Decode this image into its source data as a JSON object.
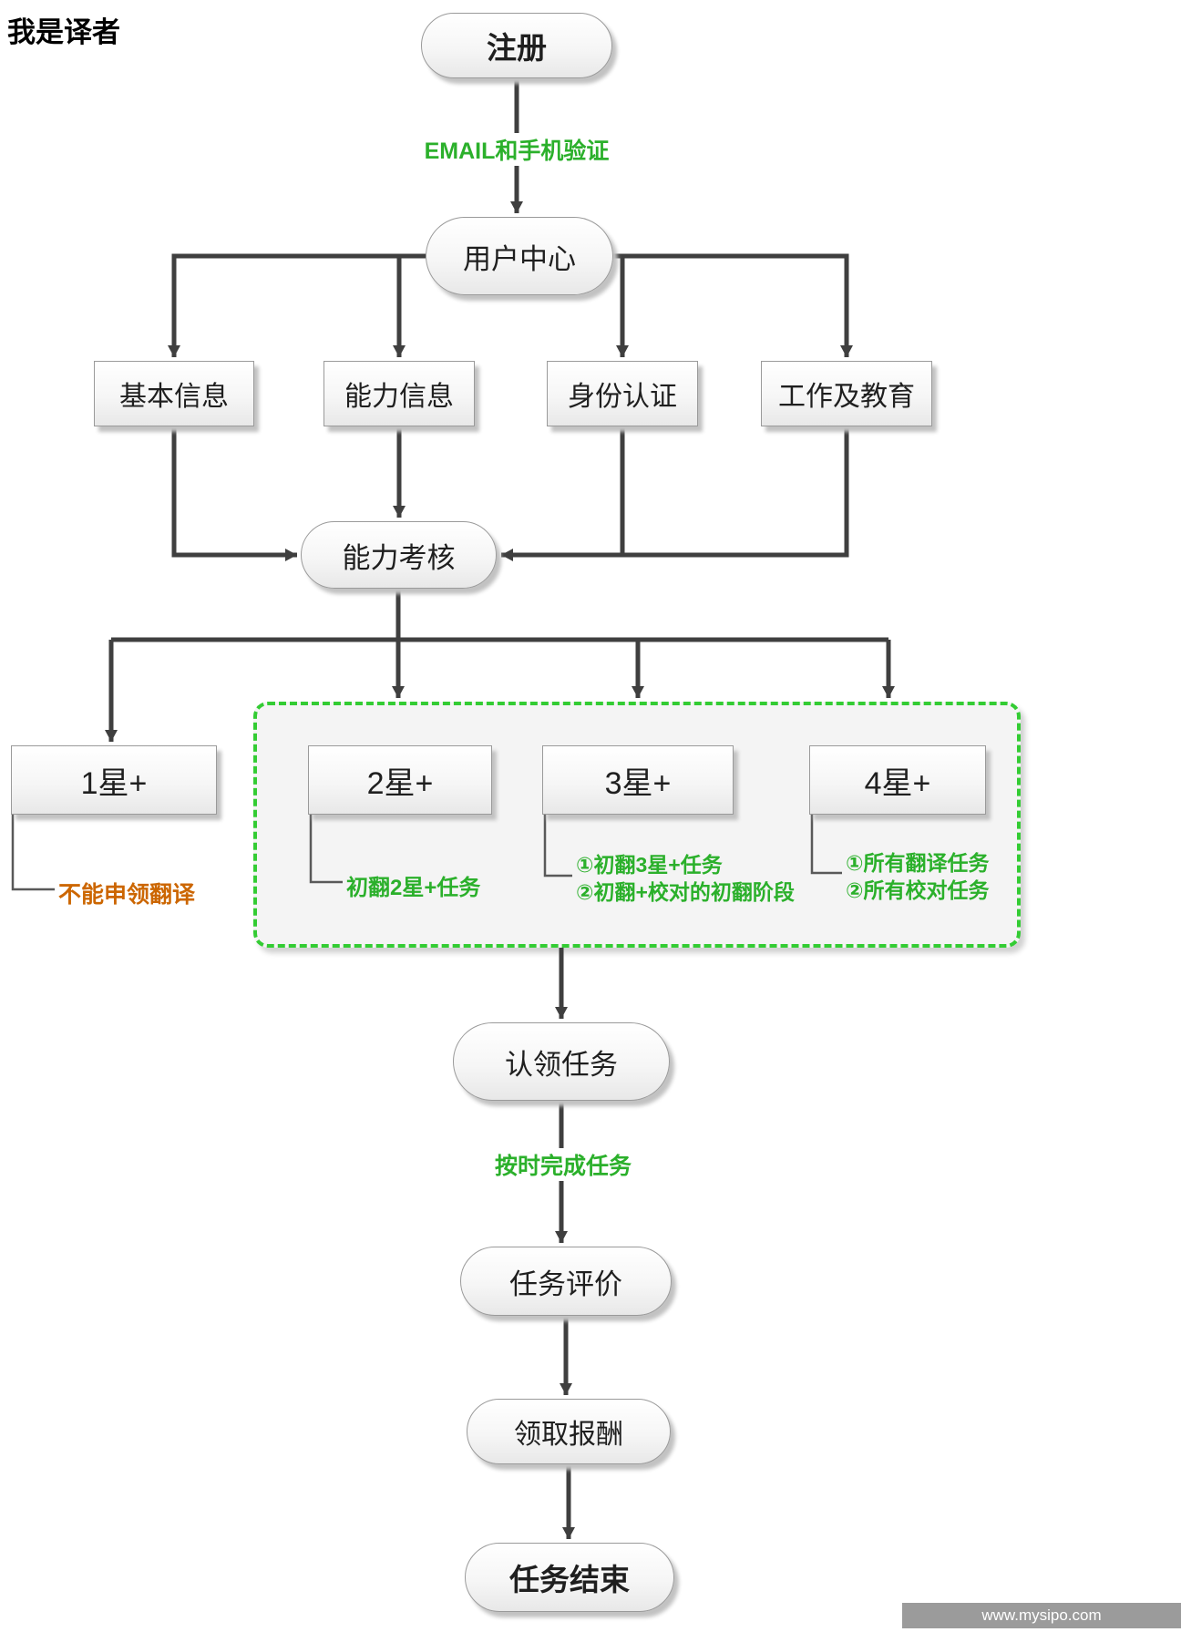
{
  "page": {
    "title": "我是译者",
    "watermark": "www.mysipo.com"
  },
  "nodes": {
    "register": "注册",
    "user_center": "用户中心",
    "basic_info": "基本信息",
    "ability_info": "能力信息",
    "identity_verify": "身份认证",
    "work_education": "工作及教育",
    "ability_exam": "能力考核",
    "star1": "1星+",
    "star2": "2星+",
    "star3": "3星+",
    "star4": "4星+",
    "claim_task": "认领任务",
    "task_review": "任务评价",
    "get_reward": "领取报酬",
    "task_end": "任务结束"
  },
  "edge_labels": {
    "email_verify": "EMAIL和手机验证",
    "finish_on_time": "按时完成任务"
  },
  "notes": {
    "star1": "不能申领翻译",
    "star2": "初翻2星+任务",
    "star3_line1": "①初翻3星+任务",
    "star3_line2": "②初翻+校对的初翻阶段",
    "star4_line1": "①所有翻译任务",
    "star4_line2": "②所有校对任务"
  },
  "colors": {
    "green_text": "#2bb02b",
    "green_dash": "#33cc33",
    "orange_text": "#cc6600",
    "arrow": "#3f3f3f"
  }
}
